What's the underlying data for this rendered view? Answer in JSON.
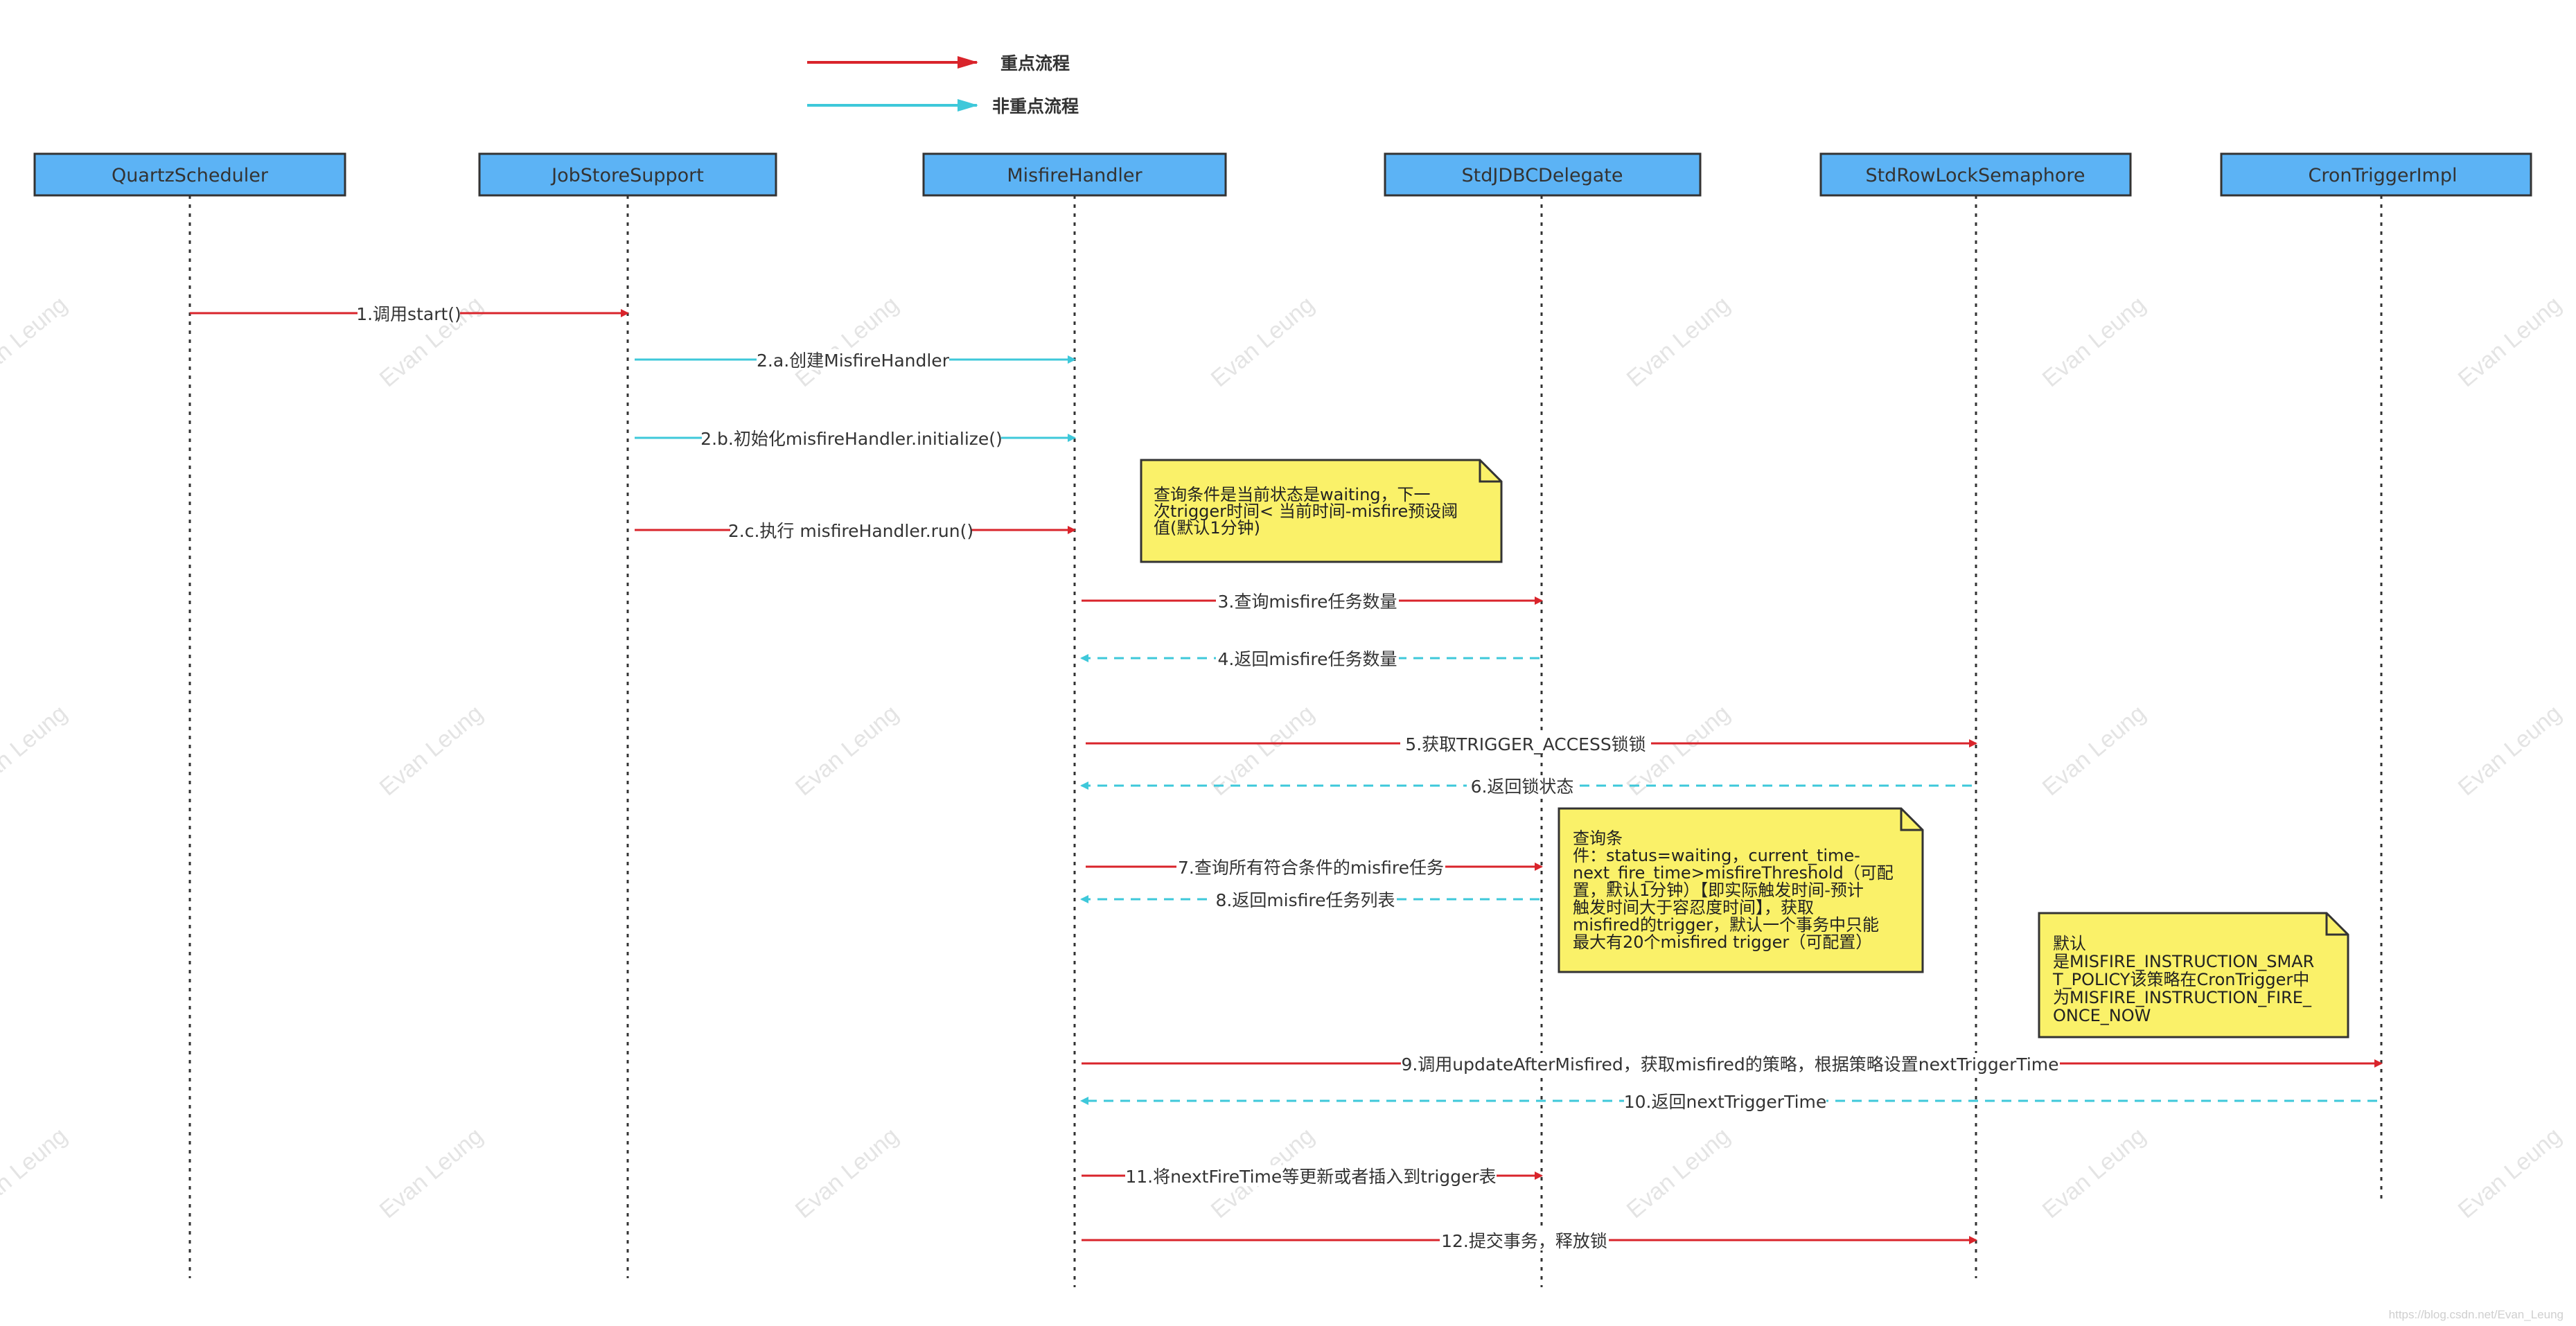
{
  "legend": {
    "main_flow": {
      "label": "重点流程",
      "color": "#d9242b"
    },
    "minor_flow": {
      "label": "非重点流程",
      "color": "#3ec8da"
    }
  },
  "participants": [
    {
      "id": "qs",
      "name": "QuartzScheduler"
    },
    {
      "id": "jss",
      "name": "JobStoreSupport"
    },
    {
      "id": "mh",
      "name": "MisfireHandler"
    },
    {
      "id": "sjd",
      "name": "StdJDBCDelegate"
    },
    {
      "id": "srls",
      "name": "StdRowLockSemaphore"
    },
    {
      "id": "cti",
      "name": "CronTriggerImpl"
    }
  ],
  "messages": [
    {
      "id": "m1",
      "label": "1.调用start()",
      "from": "qs",
      "to": "jss",
      "style": "main"
    },
    {
      "id": "m2a",
      "label": "2.a.创建MisfireHandler",
      "from": "jss",
      "to": "mh",
      "style": "minor"
    },
    {
      "id": "m2b",
      "label": "2.b.初始化misfireHandler.initialize()",
      "from": "jss",
      "to": "mh",
      "style": "minor"
    },
    {
      "id": "m2c",
      "label": "2.c.执行 misfireHandler.run()",
      "from": "jss",
      "to": "mh",
      "style": "main"
    },
    {
      "id": "m3",
      "label": "3.查询misfire任务数量",
      "from": "mh",
      "to": "sjd",
      "style": "main"
    },
    {
      "id": "m4",
      "label": "4.返回misfire任务数量",
      "from": "sjd",
      "to": "mh",
      "style": "return"
    },
    {
      "id": "m5",
      "label": "5.获取TRIGGER_ACCESS锁锁",
      "from": "mh",
      "to": "srls",
      "style": "main"
    },
    {
      "id": "m6",
      "label": "6.返回锁状态",
      "from": "srls",
      "to": "mh",
      "style": "return"
    },
    {
      "id": "m7",
      "label": "7.查询所有符合条件的misfire任务",
      "from": "mh",
      "to": "sjd",
      "style": "main"
    },
    {
      "id": "m8",
      "label": "8.返回misfire任务列表",
      "from": "sjd",
      "to": "mh",
      "style": "return"
    },
    {
      "id": "m9",
      "label": "9.调用updateAfterMisfired，获取misfired的策略，根据策略设置nextTriggerTime",
      "from": "mh",
      "to": "cti",
      "style": "main"
    },
    {
      "id": "m10",
      "label": "10.返回nextTriggerTime",
      "from": "cti",
      "to": "mh",
      "style": "return"
    },
    {
      "id": "m11",
      "label": "11.将nextFireTime等更新或者插入到trigger表",
      "from": "mh",
      "to": "sjd",
      "style": "main"
    },
    {
      "id": "m12",
      "label": "12.提交事务，释放锁",
      "from": "mh",
      "to": "srls",
      "style": "main"
    }
  ],
  "notes": [
    {
      "id": "n1",
      "lines": [
        "查询条件是当前状态是waiting，下一",
        "次trigger时间< 当前时间-misfire预设阈",
        "值(默认1分钟)"
      ]
    },
    {
      "id": "n2",
      "lines": [
        "查询条",
        "件：status=waiting，current_time-",
        "next_fire_time>misfireThreshold（可配",
        "置，默认1分钟）【即实际触发时间-预计",
        "触发时间大于容忍度时间】，获取",
        "misfired的trigger，默认一个事务中只能",
        "最大有20个misfired trigger（可配置）"
      ]
    },
    {
      "id": "n3",
      "lines": [
        "默认",
        "是MISFIRE_INSTRUCTION_SMAR",
        "T_POLICY该策略在CronTrigger中",
        "为MISFIRE_INSTRUCTION_FIRE_",
        "ONCE_NOW"
      ]
    }
  ],
  "watermark": "Evan Leung",
  "footer": "https://blog.csdn.net/Evan_Leung",
  "colors": {
    "participant_fill": "#5cb3f5",
    "participant_border": "#333333",
    "note_fill": "#faf169",
    "main": "#d9242b",
    "minor": "#3ec8da"
  }
}
